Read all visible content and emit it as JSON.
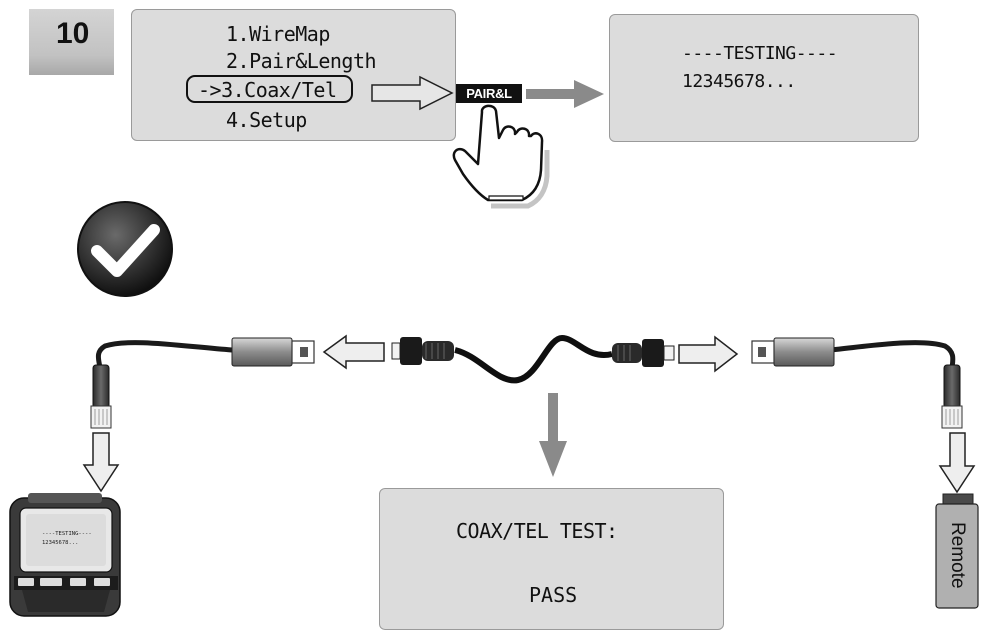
{
  "step": {
    "number": "10"
  },
  "menu": {
    "items": [
      "1.WireMap",
      "2.Pair&Length",
      "->3.Coax/Tel",
      "4.Setup"
    ],
    "selected_index": 2
  },
  "button": {
    "label": "PAIR&L"
  },
  "testing_screen": {
    "line1": "----TESTING----",
    "line2": "12345678..."
  },
  "tester_device": {
    "line1": "----TESTING----",
    "line2": "12345678..."
  },
  "result_screen": {
    "title": "COAX/TEL TEST:",
    "value": "PASS"
  },
  "remote": {
    "label": "Remote"
  },
  "icons": {
    "pass": "checkmark-icon",
    "press": "hand-pointer-icon"
  },
  "colors": {
    "lcd_background": "#dcdcdc",
    "arrow_fill": "#e0e0e0",
    "arrow_dark": "#8a8a8a",
    "cable": "#1a1a1a"
  }
}
